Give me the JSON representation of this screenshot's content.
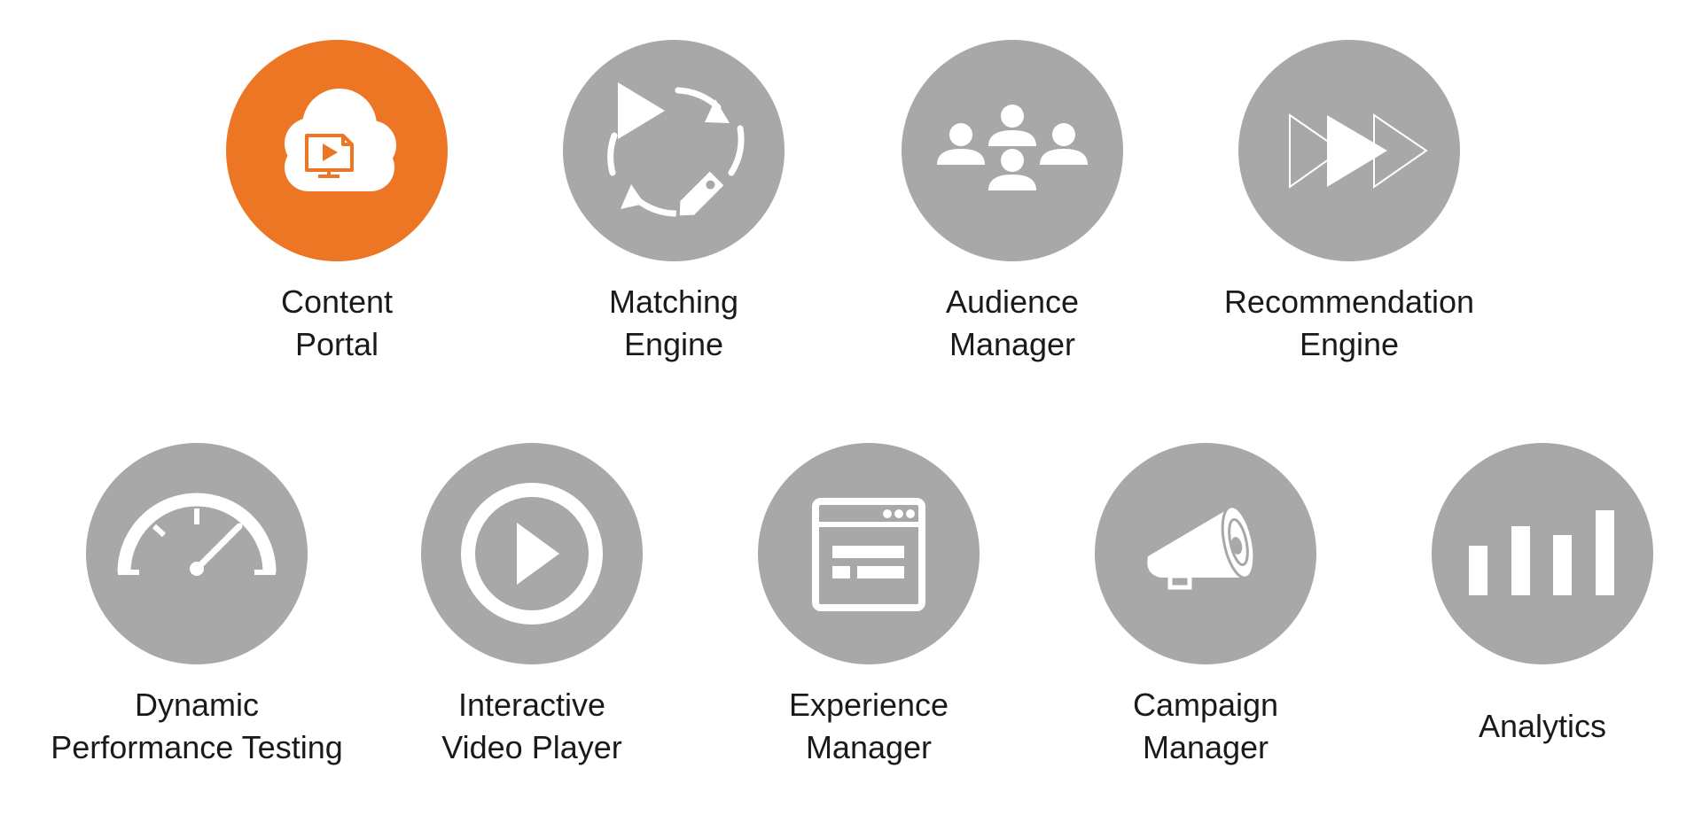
{
  "colors": {
    "active": "#ED7624",
    "inactive": "#A8A8A8",
    "icon": "#FFFFFF",
    "text": "#1A1A1A"
  },
  "modules": [
    {
      "id": "content-portal",
      "icon": "cloud-video-icon",
      "active": true,
      "label": [
        "Content",
        "Portal"
      ]
    },
    {
      "id": "matching-engine",
      "icon": "sync-tag-icon",
      "active": false,
      "label": [
        "Matching",
        "Engine"
      ]
    },
    {
      "id": "audience-manager",
      "icon": "people-group-icon",
      "active": false,
      "label": [
        "Audience",
        "Manager"
      ]
    },
    {
      "id": "recommendation-engine",
      "icon": "fast-forward-icon",
      "active": false,
      "label": [
        "Recommendation",
        "Engine"
      ]
    },
    {
      "id": "dynamic-performance-testing",
      "icon": "speedometer-icon",
      "active": false,
      "label": [
        "Dynamic",
        "Performance Testing"
      ]
    },
    {
      "id": "interactive-video-player",
      "icon": "play-circle-icon",
      "active": false,
      "label": [
        "Interactive",
        "Video Player"
      ]
    },
    {
      "id": "experience-manager",
      "icon": "browser-window-icon",
      "active": false,
      "label": [
        "Experience",
        "Manager"
      ]
    },
    {
      "id": "campaign-manager",
      "icon": "megaphone-icon",
      "active": false,
      "label": [
        "Campaign",
        "Manager"
      ]
    },
    {
      "id": "analytics",
      "icon": "bar-chart-icon",
      "active": false,
      "label": [
        "Analytics"
      ]
    }
  ]
}
